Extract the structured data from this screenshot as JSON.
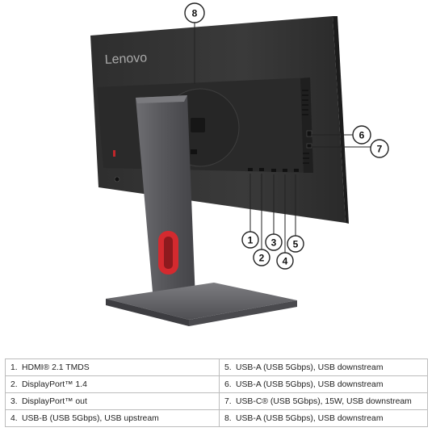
{
  "monitor": {
    "brand": "Lenovo"
  },
  "callouts": [
    "1",
    "2",
    "3",
    "4",
    "5",
    "6",
    "7",
    "8"
  ],
  "ports_table": {
    "rows": [
      {
        "left": {
          "num": "1.",
          "text": "HDMI® 2.1 TMDS"
        },
        "right": {
          "num": "5.",
          "text": "USB-A (USB 5Gbps), USB downstream"
        }
      },
      {
        "left": {
          "num": "2.",
          "text": "DisplayPort™ 1.4"
        },
        "right": {
          "num": "6.",
          "text": "USB-A (USB 5Gbps), USB downstream"
        }
      },
      {
        "left": {
          "num": "3.",
          "text": "DisplayPort™ out"
        },
        "right": {
          "num": "7.",
          "text": "USB-C® (USB 5Gbps), 15W, USB downstream"
        }
      },
      {
        "left": {
          "num": "4.",
          "text": "USB-B (USB 5Gbps), USB upstream"
        },
        "right": {
          "num": "8.",
          "text": "USB-A (USB 5Gbps), USB downstream"
        }
      }
    ]
  },
  "colors": {
    "panel_back": "#343434",
    "stand": "#5b5b5f",
    "base": "#6a6a6e",
    "cable_hole": "#d42a2f",
    "table_border": "#bcbcbc"
  }
}
